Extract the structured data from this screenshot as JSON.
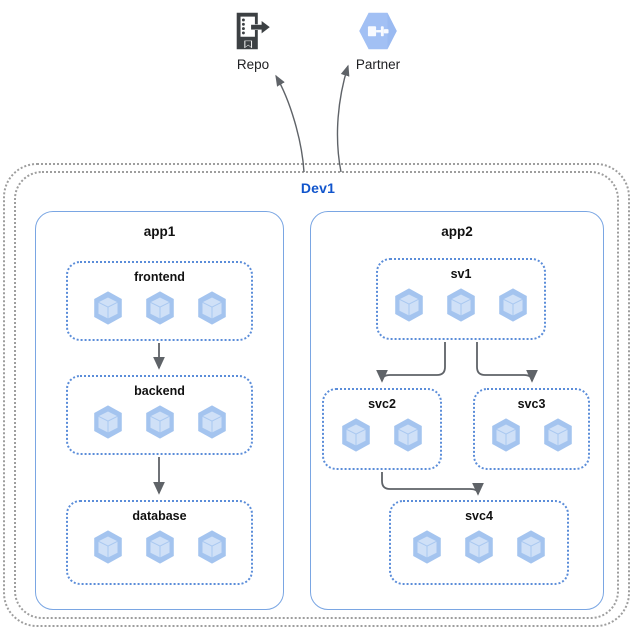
{
  "diagram": {
    "title": "Dev1",
    "environment_label": "Dev1",
    "colors": {
      "env_border": "#9e9e9e",
      "env_label": "#1155cc",
      "app_border": "#7aa6e3",
      "service_border": "#5b8dd9",
      "pod_hex": "#a4c4ef",
      "pod_cube": "#cfe0f7",
      "arrow": "#5f6368",
      "partner_hex": "#a2c0f4",
      "repo_icon": "#3c4043"
    },
    "external_nodes": [
      {
        "id": "repo",
        "label": "Repo",
        "icon": "repo-export-icon"
      },
      {
        "id": "partner",
        "label": "Partner",
        "icon": "partner-hexagon-icon"
      }
    ],
    "apps": [
      {
        "id": "app1",
        "label": "app1",
        "services": [
          {
            "id": "frontend",
            "label": "frontend",
            "pods": 3
          },
          {
            "id": "backend",
            "label": "backend",
            "pods": 3
          },
          {
            "id": "database",
            "label": "database",
            "pods": 3
          }
        ]
      },
      {
        "id": "app2",
        "label": "app2",
        "services": [
          {
            "id": "sv1",
            "label": "sv1",
            "pods": 3
          },
          {
            "id": "svc2",
            "label": "svc2",
            "pods": 2
          },
          {
            "id": "svc3",
            "label": "svc3",
            "pods": 2
          },
          {
            "id": "svc4",
            "label": "svc4",
            "pods": 3
          }
        ]
      }
    ],
    "connections": [
      {
        "from": "frontend",
        "to": "backend",
        "style": "straight-down"
      },
      {
        "from": "backend",
        "to": "database",
        "style": "straight-down"
      },
      {
        "from": "sv1",
        "to": "svc2",
        "style": "elbow-left"
      },
      {
        "from": "sv1",
        "to": "svc3",
        "style": "elbow-right"
      },
      {
        "from": "svc2",
        "to": "svc4",
        "style": "elbow-right"
      },
      {
        "from": "Dev1",
        "to": "repo",
        "style": "curve-up-left"
      },
      {
        "from": "Dev1",
        "to": "partner",
        "style": "curve-up-right"
      }
    ]
  }
}
